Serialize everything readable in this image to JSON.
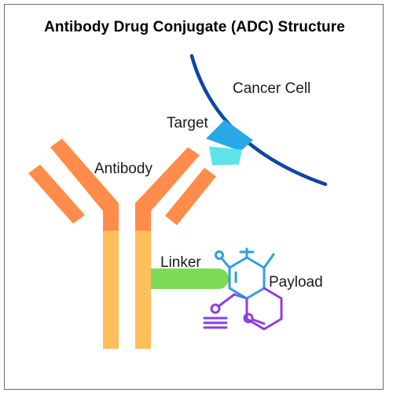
{
  "title": "Antibody Drug Conjugate (ADC) Structure",
  "labels": {
    "cancer_cell": "Cancer Cell",
    "target": "Target",
    "antibody": "Antibody",
    "linker": "Linker",
    "payload": "Payload"
  },
  "colors": {
    "frame_border": "#6b6b6b",
    "cell_membrane": "#0d47a1",
    "target_dark": "#29a8e8",
    "target_light": "#5ee3e8",
    "antibody_arm": "#ff8c4a",
    "antibody_stem": "#ffbe5c",
    "linker": "#7ed957",
    "payload_blue": "#2f9ee0",
    "payload_purple": "#8a3fe0"
  }
}
